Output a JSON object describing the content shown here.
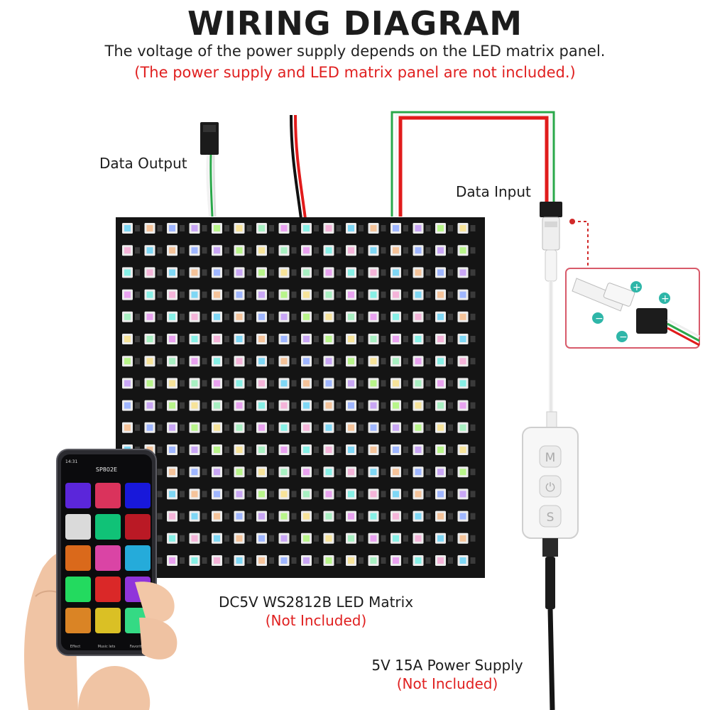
{
  "header": {
    "title": "WIRING DIAGRAM",
    "subtitle": "The voltage of the power supply depends on the LED matrix panel.",
    "note": "(The power supply and LED matrix panel are not included.)"
  },
  "labels": {
    "data_output": "Data Output",
    "data_input": "Data Input",
    "matrix_name": "DC5V WS2812B LED Matrix",
    "matrix_note": "(Not Included)",
    "power_name": "5V 15A Power Supply",
    "power_note": "(Not Included)"
  },
  "controller": {
    "buttons": [
      "M",
      "⏻",
      "S"
    ]
  },
  "phone": {
    "app_title": "SP802E",
    "time": "14:31",
    "nav": [
      "Effect",
      "Music lets",
      "Favorites"
    ]
  },
  "colors": {
    "accent_red": "#e02020",
    "wire_red": "#e11b1b",
    "wire_green": "#2aa84a",
    "board": "#141414"
  }
}
